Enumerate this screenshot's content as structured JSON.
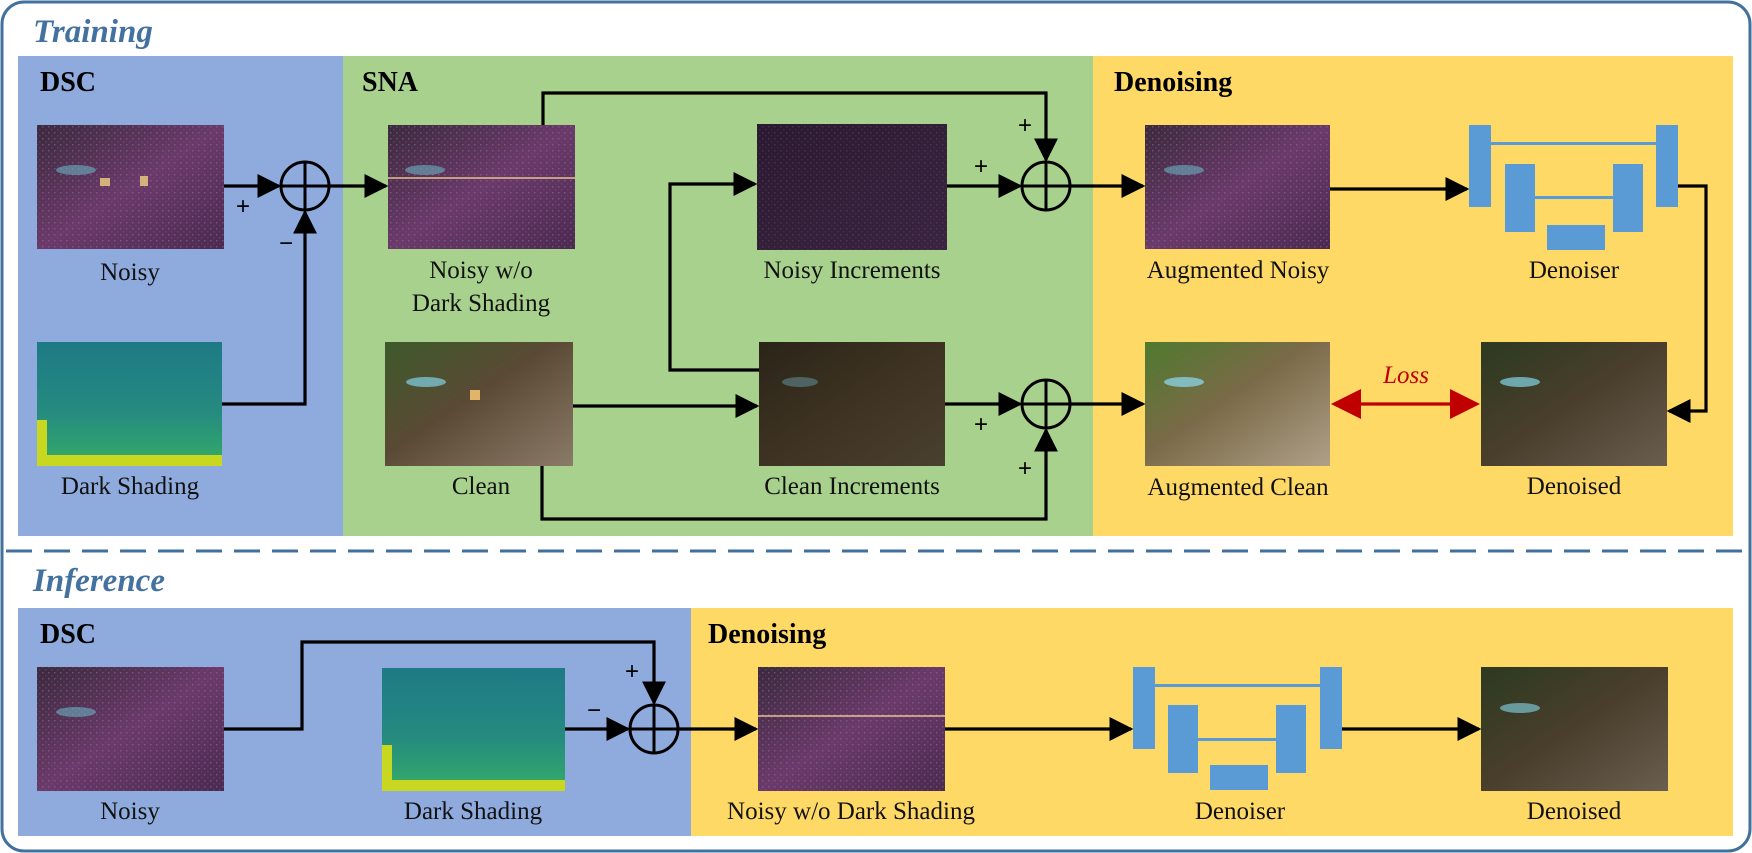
{
  "training": {
    "title": "Training",
    "sections": {
      "dsc": "DSC",
      "sna": "SNA",
      "denoising": "Denoising"
    },
    "labels": {
      "noisy": "Noisy",
      "dark_shading": "Dark Shading",
      "noisy_wo_ds_line1": "Noisy w/o",
      "noisy_wo_ds_line2": "Dark Shading",
      "clean": "Clean",
      "noisy_increments": "Noisy Increments",
      "clean_increments": "Clean Increments",
      "augmented_noisy": "Augmented Noisy",
      "augmented_clean": "Augmented Clean",
      "denoiser": "Denoiser",
      "denoised": "Denoised",
      "loss": "Loss"
    }
  },
  "inference": {
    "title": "Inference",
    "sections": {
      "dsc": "DSC",
      "denoising": "Denoising"
    },
    "labels": {
      "noisy": "Noisy",
      "dark_shading": "Dark Shading",
      "noisy_wo_ds": "Noisy w/o Dark Shading",
      "denoiser": "Denoiser",
      "denoised": "Denoised"
    }
  },
  "signs": {
    "plus": "+",
    "minus": "−"
  },
  "colors": {
    "dsc_panel": "#8faadc",
    "sna_panel": "#a9d18e",
    "denoising_panel": "#ffd966",
    "frame": "#41719c",
    "unet_block": "#5b9bd5",
    "loss_arrow": "#c00000"
  }
}
